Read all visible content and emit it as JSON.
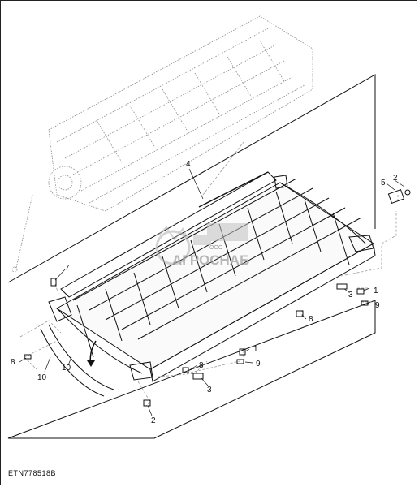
{
  "figure_id": "ETN778518B",
  "watermark": {
    "company": "АГРОСНАБ",
    "prefix": "ООО"
  },
  "callouts": [
    {
      "id": "c1a",
      "label": "1"
    },
    {
      "id": "c1b",
      "label": "1"
    },
    {
      "id": "c2a",
      "label": "2"
    },
    {
      "id": "c2b",
      "label": "2"
    },
    {
      "id": "c3a",
      "label": "3"
    },
    {
      "id": "c3b",
      "label": "3"
    },
    {
      "id": "c4",
      "label": "4"
    },
    {
      "id": "c5",
      "label": "5"
    },
    {
      "id": "c7",
      "label": "7"
    },
    {
      "id": "c8a",
      "label": "8"
    },
    {
      "id": "c8b",
      "label": "8"
    },
    {
      "id": "c8c",
      "label": "8"
    },
    {
      "id": "c9a",
      "label": "9"
    },
    {
      "id": "c9b",
      "label": "9"
    },
    {
      "id": "c10a",
      "label": "10"
    },
    {
      "id": "c10b",
      "label": "10"
    }
  ],
  "colors": {
    "line": "#111111",
    "hidden": "#999999",
    "watermark": "#b0b0b0"
  }
}
